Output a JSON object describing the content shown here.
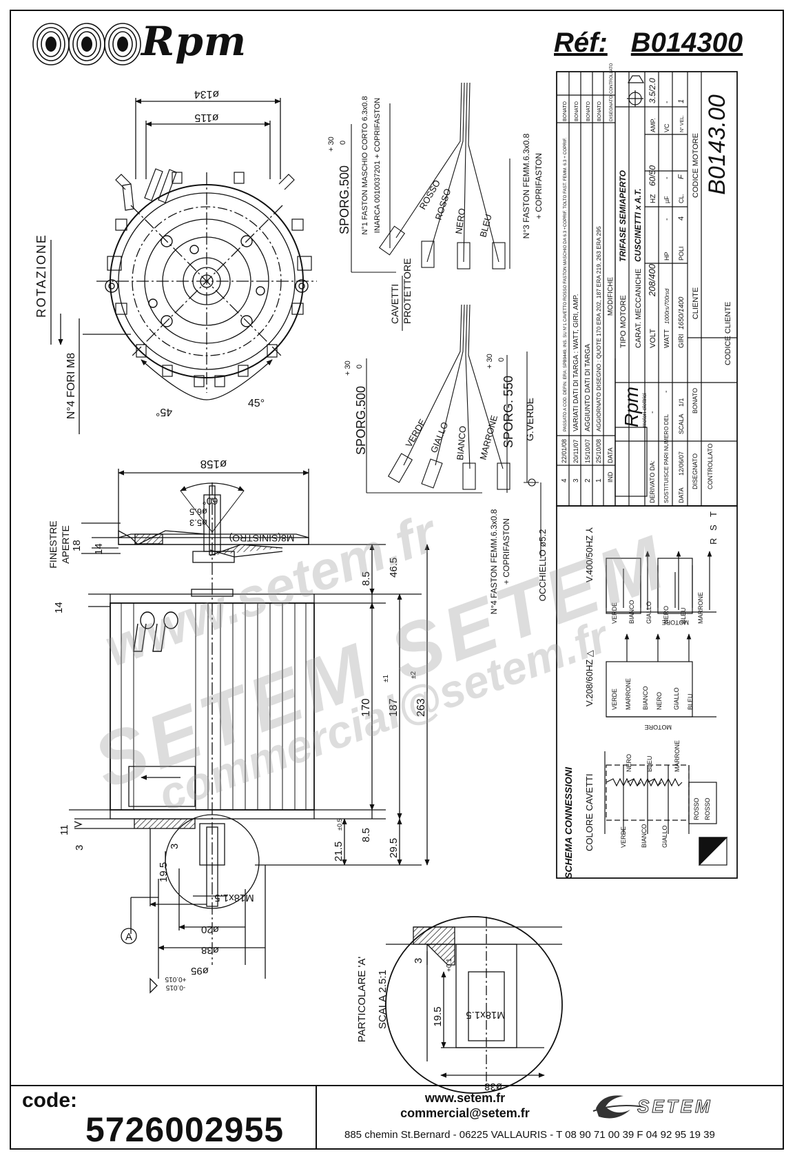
{
  "header": {
    "brand": "Rpm",
    "ref_label": "Réf:",
    "ref_value": "B014300"
  },
  "top_view": {
    "dim_outer": "ø134",
    "dim_inner": "ø115",
    "rotation_label": "ROTAZIONE",
    "holes_label": "N°4 FORI M8",
    "angle_left": "45°",
    "angle_right": "45°"
  },
  "cable_set_1": {
    "faston_1_line1": "N°1 FASTON MASCHIO CORTO 6.3x0.8",
    "faston_1_line2": "INARCA 0010037201 + COPRIFASTON",
    "faston_3_line1": "N°3 FASTON FEMM.6.3x0.8",
    "faston_3_line2": "+ COPRIFASTON",
    "sporg": "SPORG.500",
    "tol_plus": "+ 30",
    "tol_minus": "0",
    "wires": [
      "ROSSO",
      "ROSSO",
      "NERO",
      "BLEU"
    ],
    "protector_line1": "CAVETTI",
    "protector_line2": "PROTETTORE"
  },
  "cable_set_2": {
    "sporg": "SPORG.500",
    "tol_plus": "+ 30",
    "tol_minus": "0",
    "wires": [
      "VERDE",
      "GIALLO",
      "BIANCO",
      "MARRONE"
    ],
    "sporg_ground": "SPORG. 550",
    "ground_wire": "G.VERDE",
    "faston_4_line1": "N°4 FASTON FEMM.6.3x0.8",
    "faston_4_line2": "+ COPRIFASTON",
    "eyelet": "OCCHIELLO ø5.2"
  },
  "side_view": {
    "dim_top": "ø158",
    "finestre": "FINESTRE",
    "aperte": "APERTE",
    "angle": "60°",
    "d_inner_1": "ø6.5",
    "d_inner_2": "ø5.3",
    "thread": "M8(SINISTRO)",
    "dims": {
      "d14": "14",
      "d18": "18",
      "d14b": "14",
      "d46_5": "46.5",
      "d8_5": "8.5",
      "d170": "170",
      "d187": "187",
      "d263": "263",
      "d8_5b": "8.5",
      "d29_5": "29.5",
      "d21_5": "21.5",
      "d19_5": "19.5",
      "d11": "11",
      "d3": "3",
      "d3b": "3",
      "m18": "M18x1.5",
      "d20": "ø20",
      "d38": "ø38",
      "d95": "ø95",
      "tol_95a": "+0.015",
      "tol_95b": "-0.015",
      "tol_187": "±1",
      "tol_263": "±2",
      "tol_05": "±0.5"
    },
    "callout": "A"
  },
  "detail": {
    "title_line1": "PARTICOLARE 'A'",
    "title_line2": "SCALA 2.5:1",
    "dim_3": "3",
    "dim_19_5": "19.5",
    "tol": "+0.1",
    "thread": "M18x1.5",
    "dia": "ø38"
  },
  "schema": {
    "title": "SCHEMA CONNESSIONI",
    "colore": "COLORE CAVETTI",
    "wye_label": "V.400/50HZ ⅄",
    "delta_label": "V.208/60HZ △",
    "wye_wires": [
      "VERDE",
      "BIANCO",
      "GIALLO",
      "NERO",
      "BLEU",
      "MARRONE"
    ],
    "delta_wires": [
      "VERDE",
      "MARRONE",
      "BIANCO",
      "NERO",
      "GIALLO",
      "BLEU"
    ],
    "motore": "MOTORE",
    "phases": [
      "R",
      "S",
      "T"
    ],
    "coil_top": [
      "NERO",
      "BLEU",
      "MARRONE"
    ],
    "coil_bottom": [
      "VERDE",
      "BIANCO",
      "GIALLO"
    ],
    "thermal": [
      "ROSSO",
      "ROSSO"
    ]
  },
  "title_block": {
    "revisions": [
      {
        "ind": "4",
        "data": "22/01/08",
        "mod": "PASSATO A COD. DEFIN. ERA: SPB9449, INS. SU N°1 CAVETTO ROSSO FASTON MASCHIO DA 6.3 +COPRIF. TOLTO FAST. FEMM. 6.3 + COPRIF.",
        "dis": "BONATO"
      },
      {
        "ind": "3",
        "data": "20/11/07",
        "mod": "VARIATI DATI DI TARGA : WATT, GIRI, AMP.",
        "dis": "BONATO"
      },
      {
        "ind": "2",
        "data": "15/10/07",
        "mod": "AGGIUNTO DATI DI TARGA",
        "dis": "BONATO"
      },
      {
        "ind": "1",
        "data": "25/10/08",
        "mod": "AGGIORNATO DISEGNO : QUOTE 170 ERA 202, 187 ERA 219, 263 ERA 295",
        "dis": "BONATO"
      }
    ],
    "rev_headers": {
      "ind": "IND",
      "data": "DATA",
      "mod": "MODIFICHE",
      "dis": "DISEGNATO",
      "ctrl": "CONTROLLATO"
    },
    "tipo_motore_label": "TIPO MOTORE",
    "tipo_motore": "TRIFASE SEMIAPERTO",
    "carat_label": "CARAT. MECCANICHE",
    "carat": "CUSCINETTI x A.T.",
    "volt_label": "VOLT",
    "volt": "208/400",
    "hz_label": "HZ",
    "hz": "60/50",
    "amp_label": "AMP.",
    "amp": "3.5/2.0",
    "watt_label": "WATT",
    "watt": "1000rs/700rsd",
    "hp_label": "HP",
    "hp": "-",
    "uf_label": "µF",
    "uf": "-",
    "vc_label": "VC",
    "vc": "-",
    "giri_label": "GIRI",
    "giri": "1650/1400",
    "poli_label": "POLI",
    "poli": "4",
    "cl_label": "CL.",
    "cl": "F",
    "nvel_label": "N° VEL.",
    "nvel": "1",
    "cliente_label": "CLIENTE",
    "codice_motore_label": "CODICE MOTORE",
    "codice_motore": "B0143.00",
    "codice_cliente_label": "CODICE CLIENTE",
    "derivato_label": "DERIVATO DA:",
    "derivato": "-",
    "sostituisce_label": "SOSTITUISCE PARI NUMERO DEL",
    "sostituisce": "-",
    "data_label": "DATA",
    "data": "12/06/07",
    "scala_label": "SCALA",
    "scala": "1/1",
    "disegnato_label": "DISEGNATO",
    "disegnato": "BONATO",
    "controllato_label": "CONTROLLATO",
    "brand_sub": "motori elettrici",
    "brand": "Rpm"
  },
  "watermark": {
    "line1": "www.setem.fr",
    "line2": "SETEM SETEM",
    "line3": "commercial@setem.fr"
  },
  "footer": {
    "code_label": "code:",
    "code_value": "5726002955",
    "web": "www.setem.fr",
    "email": "commercial@setem.fr",
    "address": "885 chemin St.Bernard  -  06225 VALLAURIS  -  T 08 90 71 00 39  F 04 92 95 19 39",
    "logo_text": "SETEM"
  }
}
